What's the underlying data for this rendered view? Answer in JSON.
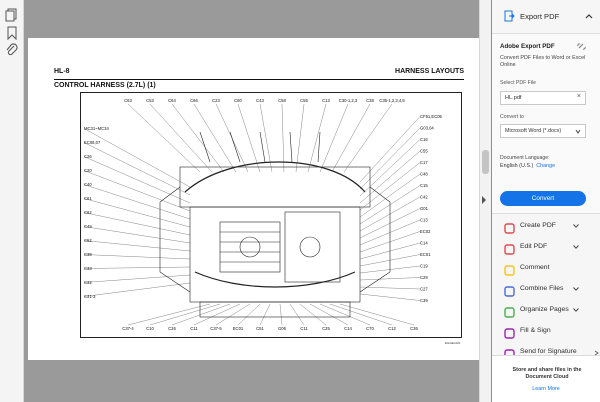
{
  "header": {
    "left": "HL-8",
    "right": "HARNESS LAYOUTS"
  },
  "subtitle": "CONTROL HARNESS (2.7L) (1)",
  "doc_code": "EGGEL601",
  "diagram_labels": {
    "top": [
      "C63",
      "C53",
      "C64",
      "C66",
      "C23",
      "C60",
      "C43",
      "C58",
      "C55",
      "C13",
      "C30-1,2,3",
      "C38",
      "C35-1,2,3,4,5"
    ],
    "left": [
      "MC31~MC34",
      "EC06,07",
      "C26",
      "C20",
      "C40",
      "C61",
      "C62",
      "C49",
      "C52",
      "C38",
      "C33",
      "C32",
      "C31-3"
    ],
    "right": [
      "CF51,EC05",
      "G03,04",
      "C16",
      "C55",
      "C17",
      "C48",
      "C15",
      "C42",
      "G01",
      "C13",
      "EC02",
      "C14",
      "EC01",
      "C19",
      "C29",
      "C27",
      "C39"
    ],
    "bottom": [
      "C37-4",
      "C10",
      "C26",
      "C11",
      "C37-5",
      "EC01",
      "C51",
      "G06",
      "C11",
      "C25",
      "C14",
      "C70",
      "C12",
      "C36"
    ]
  },
  "panel": {
    "export_title": "Export PDF",
    "adobe_export": "Adobe Export PDF",
    "description": "Convert PDF Files to Word or Excel Online",
    "select_label": "Select PDF File",
    "file_value": "HL.pdf",
    "convert_to_label": "Convert to",
    "convert_to_value": "Microsoft Word (*.docx)",
    "language_label": "Document Language:",
    "language_value": "English (U.S.)",
    "language_change": "Change",
    "convert_button": "Convert",
    "tools": [
      {
        "label": "Create PDF",
        "icon": "create-pdf-icon",
        "color": "#e34850",
        "chevron": true
      },
      {
        "label": "Edit PDF",
        "icon": "edit-pdf-icon",
        "color": "#e34850",
        "chevron": true
      },
      {
        "label": "Comment",
        "icon": "comment-icon",
        "color": "#f5c518",
        "chevron": false
      },
      {
        "label": "Combine Files",
        "icon": "combine-files-icon",
        "color": "#4b6bdc",
        "chevron": true
      },
      {
        "label": "Organize Pages",
        "icon": "organize-pages-icon",
        "color": "#4caf50",
        "chevron": true
      },
      {
        "label": "Fill & Sign",
        "icon": "fill-sign-icon",
        "color": "#9c27b0",
        "chevron": false
      },
      {
        "label": "Send for Signature",
        "icon": "send-signature-icon",
        "color": "#9c27b0",
        "chevron": false
      }
    ],
    "promo_text": "Store and share files in the Document Cloud",
    "learn_more": "Learn More"
  },
  "colors": {
    "accent": "#1473e6",
    "doc_background": "#9a9a9a"
  }
}
